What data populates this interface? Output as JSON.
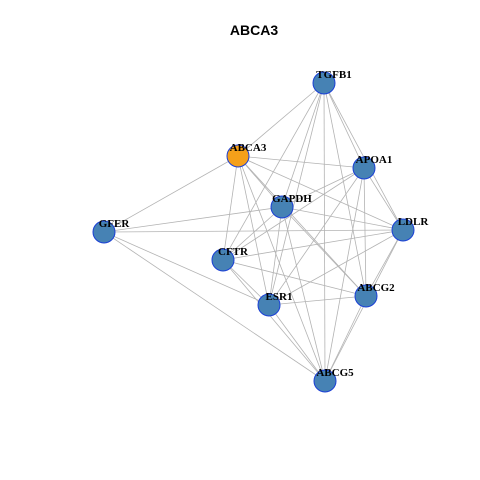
{
  "graph": {
    "title": "ABCA3",
    "colors": {
      "node_default": "#4682b4",
      "node_focus": "#f5a01a",
      "node_border": "#1a3fd6",
      "edge": "#b3b3b3"
    },
    "nodes": [
      {
        "id": "TGFB1",
        "label": "TGFB1",
        "focus": false
      },
      {
        "id": "ABCA3",
        "label": "ABCA3",
        "focus": true
      },
      {
        "id": "APOA1",
        "label": "APOA1",
        "focus": false
      },
      {
        "id": "GAPDH",
        "label": "GAPDH",
        "focus": false
      },
      {
        "id": "GFER",
        "label": "GFER",
        "focus": false
      },
      {
        "id": "LDLR",
        "label": "LDLR",
        "focus": false
      },
      {
        "id": "CFTR",
        "label": "CFTR",
        "focus": false
      },
      {
        "id": "ABCG2",
        "label": "ABCG2",
        "focus": false
      },
      {
        "id": "ESR1",
        "label": "ESR1",
        "focus": false
      },
      {
        "id": "ABCG5",
        "label": "ABCG5",
        "focus": false
      }
    ],
    "edges": [
      [
        "TGFB1",
        "APOA1"
      ],
      [
        "TGFB1",
        "LDLR"
      ],
      [
        "TGFB1",
        "GAPDH"
      ],
      [
        "TGFB1",
        "ABCA3"
      ],
      [
        "TGFB1",
        "CFTR"
      ],
      [
        "TGFB1",
        "ESR1"
      ],
      [
        "TGFB1",
        "ABCG2"
      ],
      [
        "TGFB1",
        "ABCG5"
      ],
      [
        "ABCA3",
        "APOA1"
      ],
      [
        "ABCA3",
        "GAPDH"
      ],
      [
        "ABCA3",
        "GFER"
      ],
      [
        "ABCA3",
        "LDLR"
      ],
      [
        "ABCA3",
        "ESR1"
      ],
      [
        "ABCA3",
        "ABCG2"
      ],
      [
        "ABCA3",
        "ABCG5"
      ],
      [
        "ABCA3",
        "CFTR"
      ],
      [
        "APOA1",
        "GAPDH"
      ],
      [
        "APOA1",
        "LDLR"
      ],
      [
        "APOA1",
        "CFTR"
      ],
      [
        "APOA1",
        "ESR1"
      ],
      [
        "APOA1",
        "ABCG2"
      ],
      [
        "APOA1",
        "ABCG5"
      ],
      [
        "GAPDH",
        "GFER"
      ],
      [
        "GAPDH",
        "LDLR"
      ],
      [
        "GAPDH",
        "CFTR"
      ],
      [
        "GAPDH",
        "ABCG2"
      ],
      [
        "GAPDH",
        "ESR1"
      ],
      [
        "GAPDH",
        "ABCG5"
      ],
      [
        "GFER",
        "LDLR"
      ],
      [
        "GFER",
        "ESR1"
      ],
      [
        "GFER",
        "ABCG5"
      ],
      [
        "LDLR",
        "CFTR"
      ],
      [
        "LDLR",
        "ESR1"
      ],
      [
        "LDLR",
        "ABCG2"
      ],
      [
        "LDLR",
        "ABCG5"
      ],
      [
        "CFTR",
        "ESR1"
      ],
      [
        "CFTR",
        "ABCG2"
      ],
      [
        "CFTR",
        "ABCG5"
      ],
      [
        "ESR1",
        "ABCG2"
      ],
      [
        "ESR1",
        "ABCG5"
      ],
      [
        "ABCG2",
        "ABCG5"
      ]
    ]
  }
}
